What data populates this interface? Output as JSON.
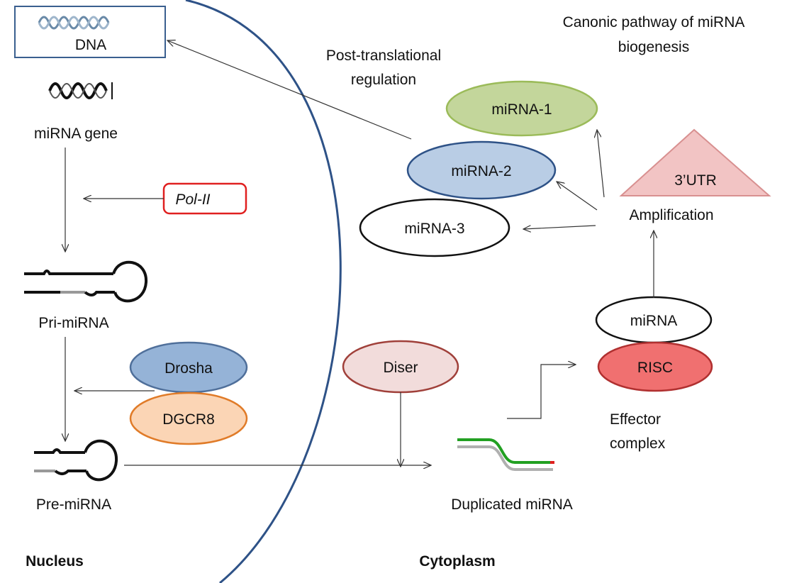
{
  "title": {
    "line1": "Canonic  pathway of miRNA",
    "line2": "biogenesis"
  },
  "compartments": {
    "nucleus": "Nucleus",
    "cytoplasm": "Cytoplasm"
  },
  "nodes": {
    "dna": "DNA",
    "mirna_gene": "miRNA gene",
    "pol_ii": "Pol-II",
    "pri_mirna": "Pri-miRNA",
    "drosha": "Drosha",
    "dgcr8": "DGCR8",
    "pre_mirna": "Pre-miRNA",
    "diser": "Diser",
    "duplicated_mirna": "Duplicated miRNA",
    "mirna": "miRNA",
    "risc": "RISC",
    "effector_line1": "Effector",
    "effector_line2": "complex",
    "amplification": "Amplification",
    "utr": "3’UTR",
    "mirna_1": "miRNA-1",
    "mirna_2": "miRNA-2",
    "mirna_3": "miRNA-3",
    "post_line1": "Post-translational",
    "post_line2": "regulation"
  },
  "colors": {
    "membrane": "#2e5287",
    "dna_box_border": "#3a5f8f",
    "pol_ii_border": "#e02020",
    "drosha_fill": "#95b3d7",
    "drosha_stroke": "#4f6f9a",
    "dgcr8_fill": "#fbd5b5",
    "dgcr8_stroke": "#e07b28",
    "diser_fill": "#f2dcdb",
    "diser_stroke": "#a0403a",
    "risc_fill": "#f07070",
    "risc_stroke": "#b03030",
    "mirna1_fill": "#c3d69b",
    "mirna1_stroke": "#9bbb59",
    "mirna2_fill": "#b9cde5",
    "mirna2_stroke": "#2e5287",
    "utr_fill": "#f2c4c4",
    "utr_stroke": "#d89090",
    "strand_green": "#22a022",
    "strand_gray": "#b0b0b0",
    "strand_end": "#e02020"
  }
}
